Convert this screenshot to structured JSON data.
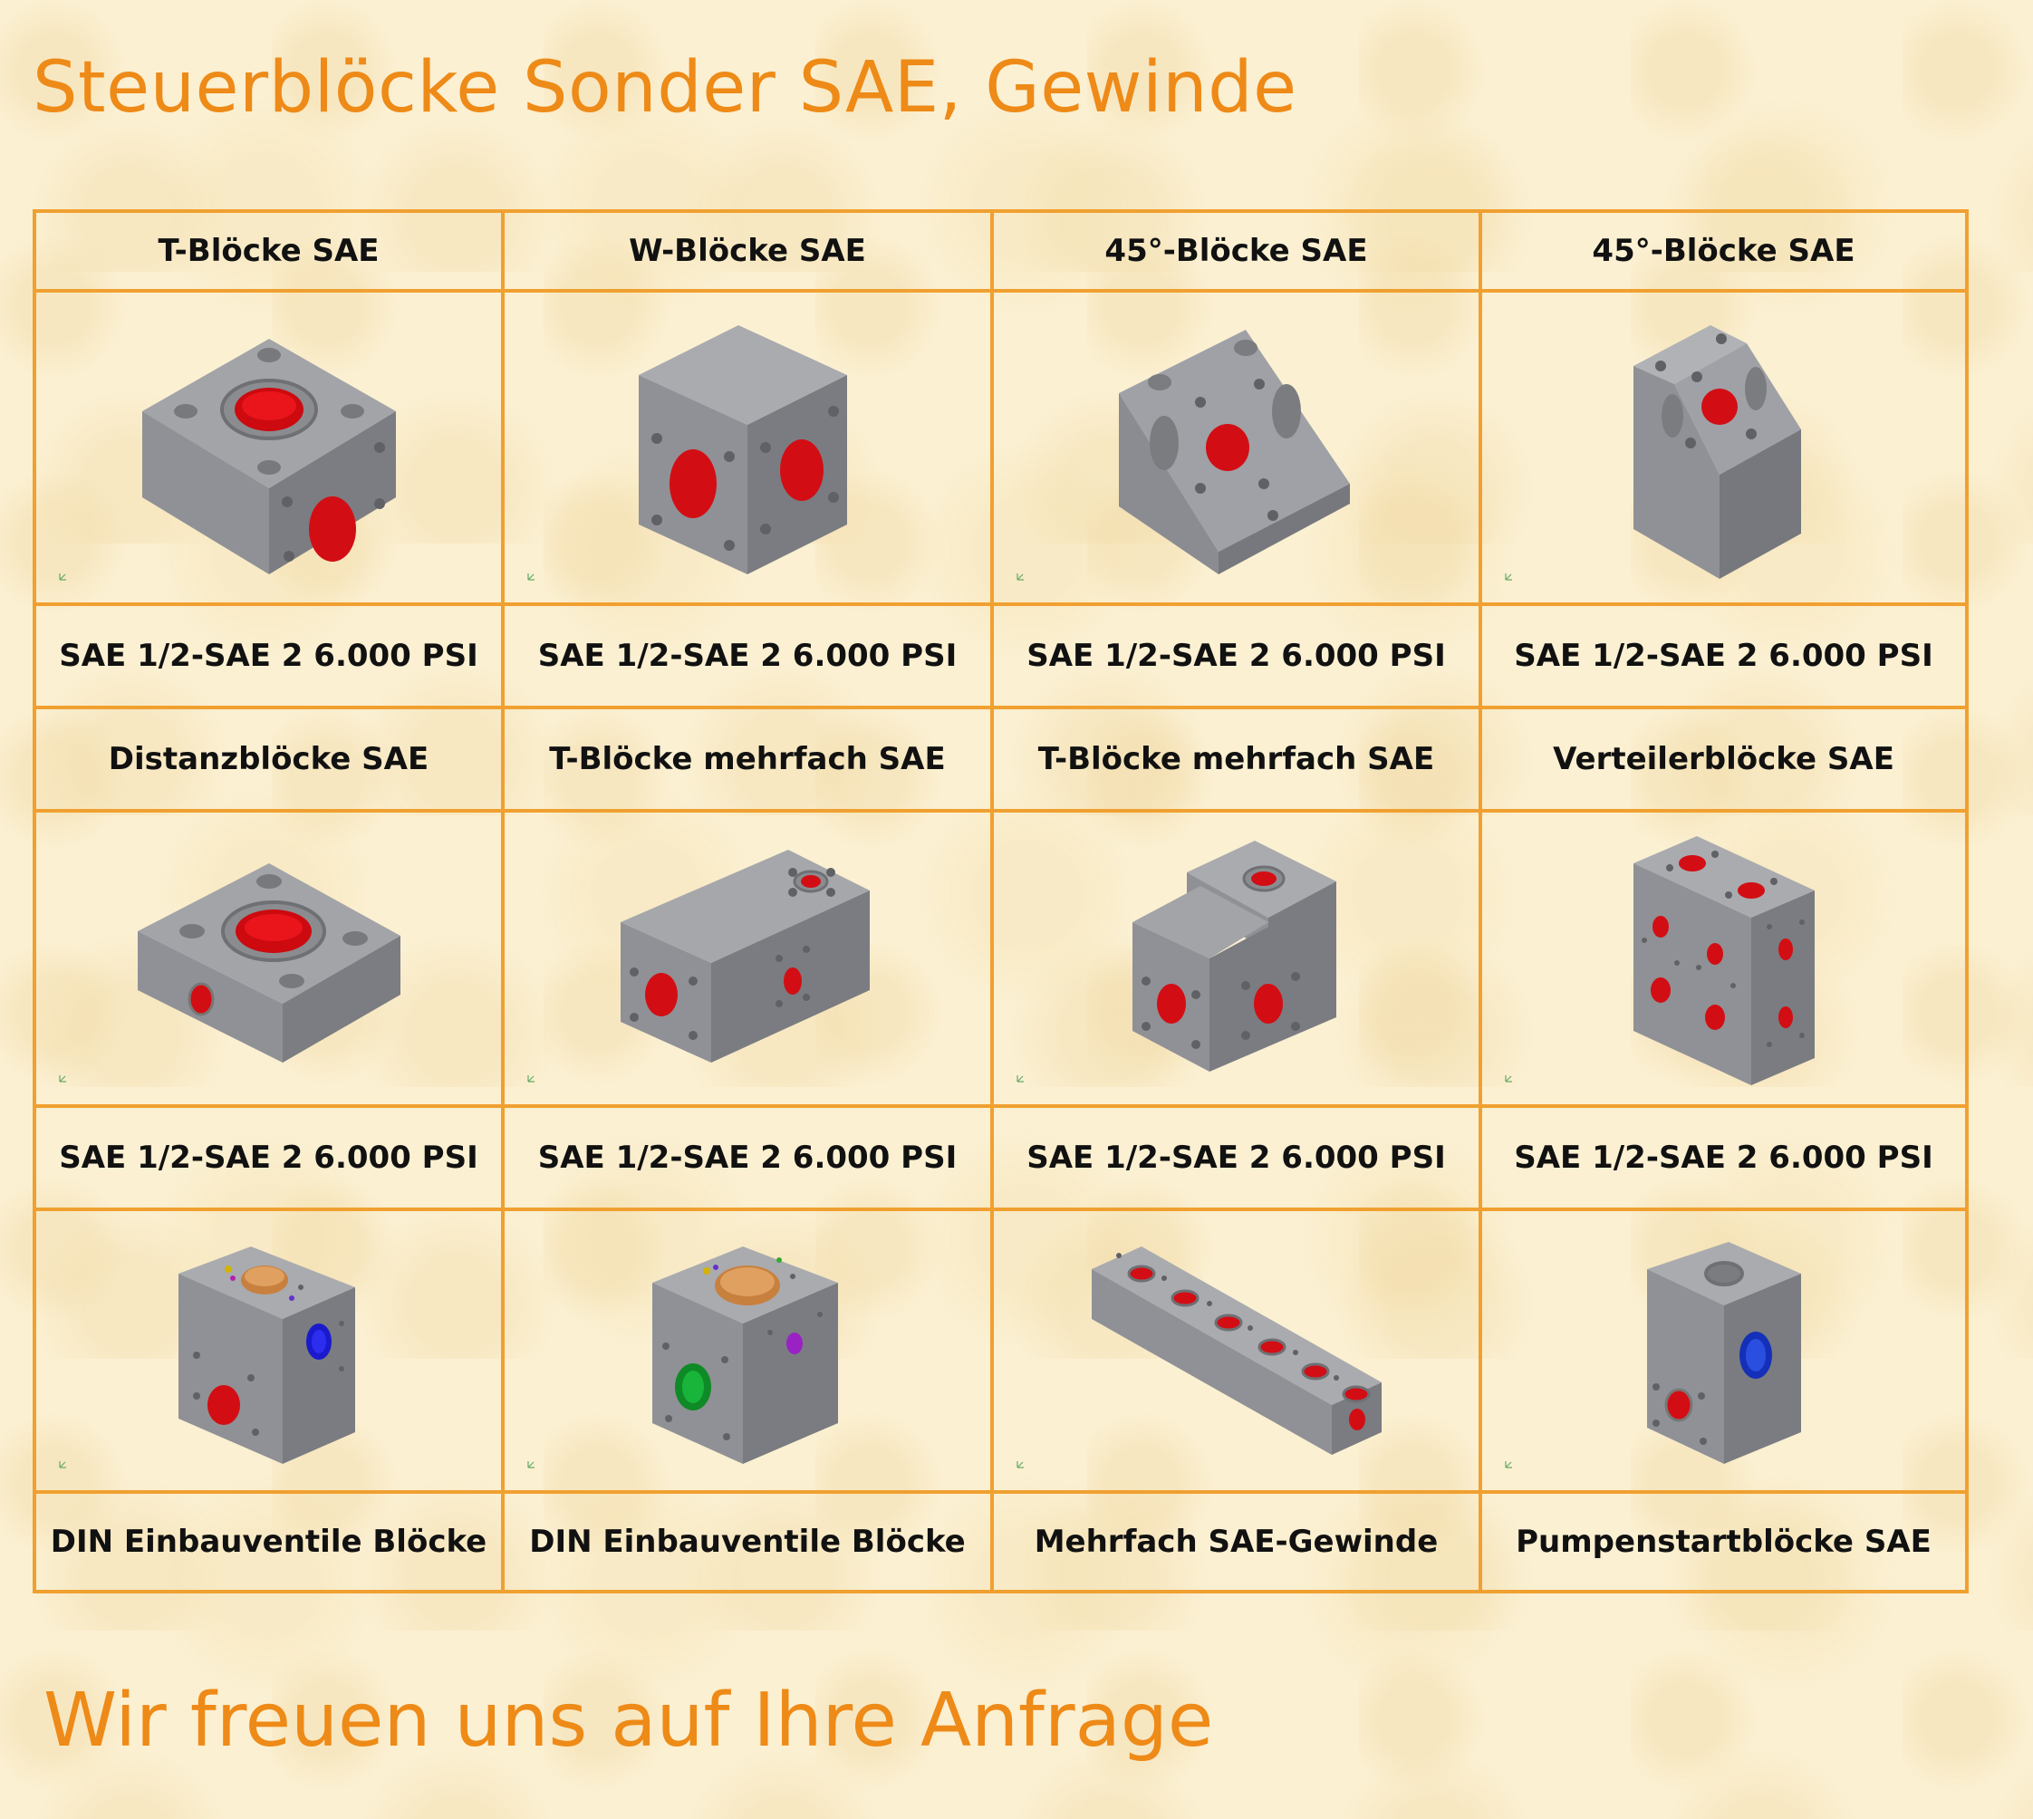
{
  "page": {
    "title": "Steuerblöcke Sonder SAE, Gewinde",
    "footer": "Wir freuen uns auf Ihre Anfrage"
  },
  "colors": {
    "accent": "#ee8a17",
    "border": "#f0a030",
    "background": "#fbf0d2"
  },
  "rows": [
    {
      "headers": [
        "T-Blöcke SAE",
        "W-Blöcke SAE",
        "45°-Blöcke SAE",
        "45°-Blöcke SAE"
      ],
      "images": [
        "t-block-icon",
        "w-block-icon",
        "45-block-wide-icon",
        "45-block-tall-icon"
      ],
      "labels": [
        "SAE 1/2-SAE 2 6.000 PSI",
        "SAE 1/2-SAE 2 6.000 PSI",
        "SAE 1/2-SAE 2 6.000 PSI",
        "SAE 1/2-SAE 2 6.000 PSI"
      ]
    },
    {
      "headers": [
        "Distanzblöcke SAE",
        "T-Blöcke mehrfach SAE",
        "T-Blöcke mehrfach SAE",
        "Verteilerblöcke SAE"
      ],
      "images": [
        "distance-block-icon",
        "t-block-multi-icon",
        "t-block-multi-step-icon",
        "distributor-block-icon"
      ],
      "labels": [
        "SAE 1/2-SAE 2 6.000 PSI",
        "SAE 1/2-SAE 2 6.000 PSI",
        "SAE 1/2-SAE 2 6.000 PSI",
        "SAE 1/2-SAE 2 6.000 PSI"
      ]
    },
    {
      "images": [
        "din-cartridge-block-icon",
        "din-cartridge-block-2-icon",
        "multi-sae-thread-bar-icon",
        "pump-start-block-icon"
      ],
      "labels": [
        "DIN Einbauventile Blöcke",
        "DIN Einbauventile Blöcke",
        "Mehrfach SAE-Gewinde",
        "Pumpenstartblöcke SAE"
      ]
    }
  ]
}
